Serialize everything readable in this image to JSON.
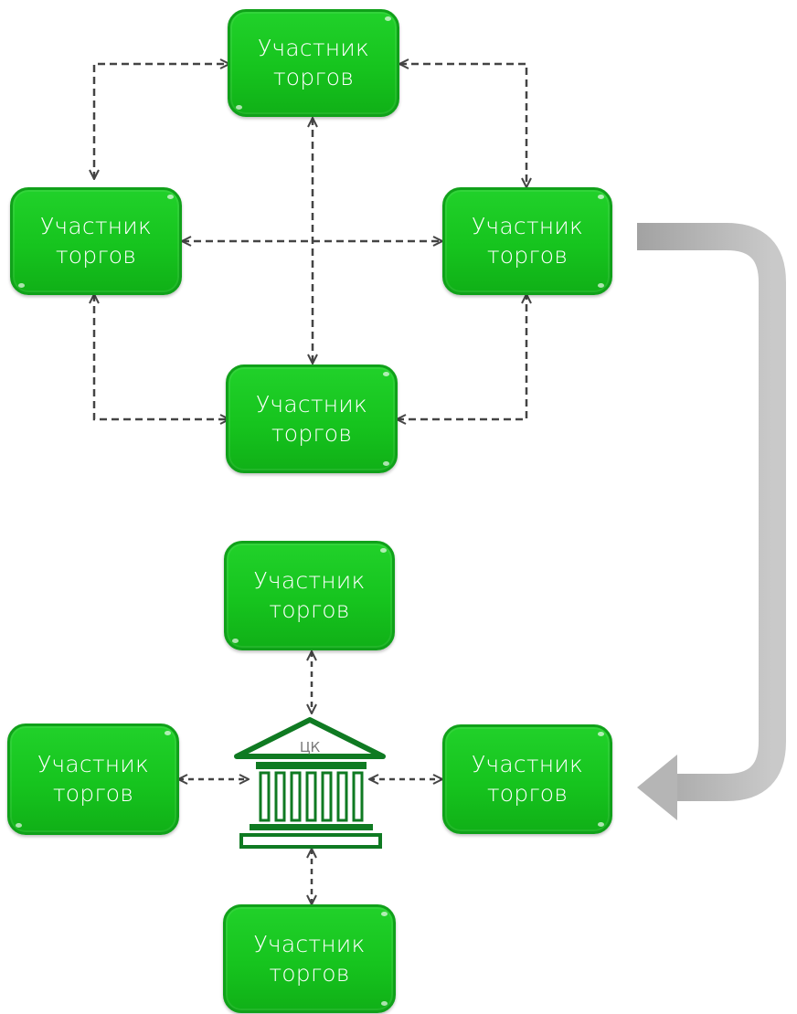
{
  "top_diagram": {
    "nodes": [
      {
        "line1": "Участник",
        "line2": "торгов"
      },
      {
        "line1": "Участник",
        "line2": "торгов"
      },
      {
        "line1": "Участник",
        "line2": "торгов"
      },
      {
        "line1": "Участник",
        "line2": "торгов"
      }
    ]
  },
  "bottom_diagram": {
    "nodes": [
      {
        "line1": "Участник",
        "line2": "торгов"
      },
      {
        "line1": "Участник",
        "line2": "торгов"
      },
      {
        "line1": "Участник",
        "line2": "торгов"
      },
      {
        "line1": "Участник",
        "line2": "торгов"
      }
    ],
    "center_label": "ЦК",
    "center_icon": "bank-building-icon"
  },
  "colors": {
    "node_fill": "#16c41e",
    "node_border": "#10a11a",
    "connector": "#444444",
    "transition_arrow": "#b3b3b3",
    "building": "#0f7a22"
  }
}
